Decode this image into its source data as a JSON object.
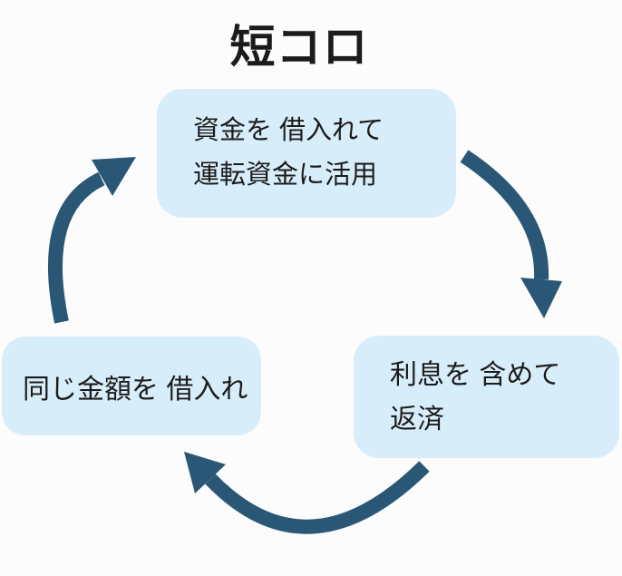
{
  "title": "短コロ",
  "nodes": {
    "top": {
      "line1": "資金を 借入れて",
      "line2": "運転資金に活用"
    },
    "bottom_right": {
      "line1": "利息を 含めて",
      "line2": "返済"
    },
    "bottom_left": {
      "line1": "同じ金額を 借入れ"
    }
  },
  "colors": {
    "node_background": "#D8EDFA",
    "arrow": "#2B5777",
    "text": "#1C1C1C",
    "title": "#1B1B1B",
    "background": "#FCFCFC"
  }
}
